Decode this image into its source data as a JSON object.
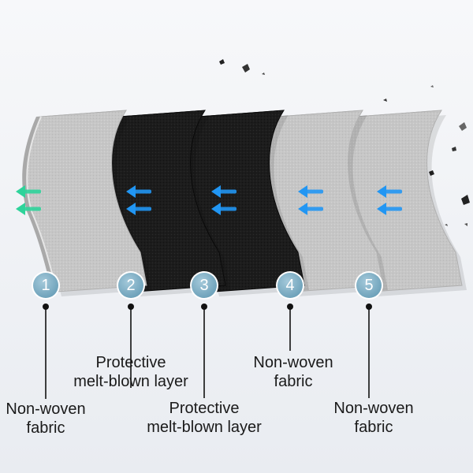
{
  "layers": [
    {
      "number": "1",
      "label_line1": "Non-woven",
      "label_line2": "fabric",
      "material": "non-woven",
      "arrow_color": "#2ed39a"
    },
    {
      "number": "2",
      "label_line1": "Protective",
      "label_line2": "melt-blown layer",
      "material": "melt-blown",
      "arrow_color": "#2196f3"
    },
    {
      "number": "3",
      "label_line1": "Protective",
      "label_line2": "melt-blown layer",
      "material": "melt-blown",
      "arrow_color": "#2196f3"
    },
    {
      "number": "4",
      "label_line1": "Non-woven",
      "label_line2": "fabric",
      "material": "non-woven",
      "arrow_color": "#2196f3"
    },
    {
      "number": "5",
      "label_line1": "Non-woven",
      "label_line2": "fabric",
      "material": "non-woven",
      "arrow_color": "#2196f3"
    }
  ],
  "colors": {
    "background": "#f2f4f7",
    "non_woven": "#c9c9c9",
    "melt_blown": "#1c1c1c",
    "badge": "#7fb0c7"
  }
}
